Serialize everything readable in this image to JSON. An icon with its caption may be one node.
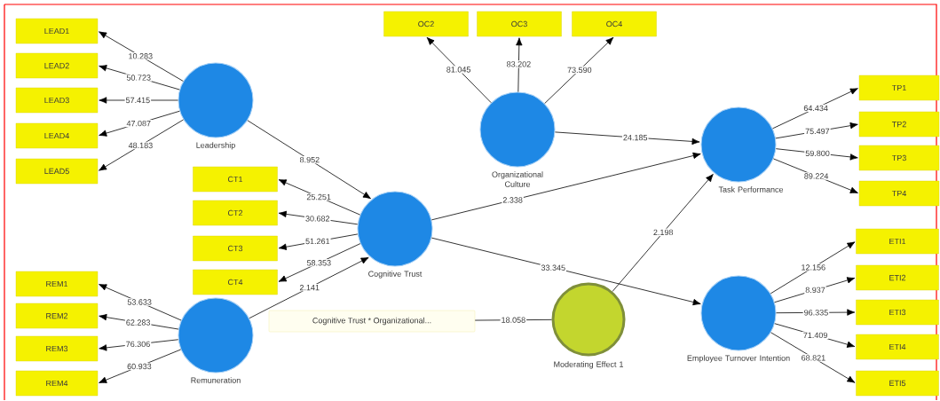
{
  "diagram": {
    "nodes": [
      {
        "text": [
          "LEAD1"
        ]
      },
      {
        "text": [
          "LEAD2"
        ]
      },
      {
        "text": [
          "LEAD3"
        ]
      },
      {
        "text": [
          "LEAD4"
        ]
      },
      {
        "text": [
          "LEAD5"
        ]
      },
      {
        "text": [
          "Leadership"
        ]
      },
      {
        "text": [
          "OC2"
        ]
      },
      {
        "text": [
          "OC3"
        ]
      },
      {
        "text": [
          "OC4"
        ]
      },
      {
        "text": [
          "Organizational Culture"
        ]
      },
      {
        "text": [
          "Task Performance"
        ]
      },
      {
        "text": [
          "TP1"
        ]
      },
      {
        "text": [
          "TP2"
        ]
      },
      {
        "text": [
          "TP3"
        ]
      },
      {
        "text": [
          "TP4"
        ]
      },
      {
        "text": [
          "CT1"
        ]
      },
      {
        "text": [
          "CT2"
        ]
      },
      {
        "text": [
          "CT3"
        ]
      },
      {
        "text": [
          "CT4"
        ]
      },
      {
        "text": [
          "Cognitive Trust"
        ]
      },
      {
        "text": [
          "REM1"
        ]
      },
      {
        "text": [
          "REM2"
        ]
      },
      {
        "text": [
          "REM3"
        ]
      },
      {
        "text": [
          "REM4"
        ]
      },
      {
        "text": [
          "Remuneration"
        ]
      },
      {
        "text": [
          "Cognitive Trust * Organizational..."
        ]
      },
      {
        "text": [
          "Moderating Effect 1"
        ]
      },
      {
        "text": [
          "Employee Turnover Intention"
        ]
      },
      {
        "text": [
          "ETI1"
        ]
      },
      {
        "text": [
          "ETI2"
        ]
      },
      {
        "text": [
          "ETI3"
        ]
      },
      {
        "text": [
          "ETI4"
        ]
      },
      {
        "text": [
          "ETI5"
        ]
      }
    ],
    "edges": [
      {
        "from": 5,
        "to": 0,
        "arrow": "to",
        "label": "10.283"
      },
      {
        "from": 5,
        "to": 1,
        "arrow": "to",
        "label": "50.723"
      },
      {
        "from": 5,
        "to": 2,
        "arrow": "to",
        "label": "57.415"
      },
      {
        "from": 5,
        "to": 3,
        "arrow": "to",
        "label": "47.087"
      },
      {
        "from": 5,
        "to": 4,
        "arrow": "to",
        "label": "48.183"
      },
      {
        "from": 9,
        "to": 6,
        "arrow": "to",
        "label": "81.045"
      },
      {
        "from": 9,
        "to": 7,
        "arrow": "to",
        "label": "83.202"
      },
      {
        "from": 9,
        "to": 8,
        "arrow": "to",
        "label": "73.590"
      },
      {
        "from": 5,
        "to": 19,
        "arrow": "to",
        "label": "8.952"
      },
      {
        "from": 19,
        "to": 15,
        "arrow": "to",
        "label": "25.251"
      },
      {
        "from": 19,
        "to": 16,
        "arrow": "to",
        "label": "30.682"
      },
      {
        "from": 19,
        "to": 17,
        "arrow": "to",
        "label": "51.261"
      },
      {
        "from": 19,
        "to": 18,
        "arrow": "to",
        "label": "58.353"
      },
      {
        "from": 24,
        "to": 20,
        "arrow": "to",
        "label": "53.633"
      },
      {
        "from": 24,
        "to": 21,
        "arrow": "to",
        "label": "62.283"
      },
      {
        "from": 24,
        "to": 22,
        "arrow": "to",
        "label": "76.306"
      },
      {
        "from": 24,
        "to": 23,
        "arrow": "to",
        "label": "60.933"
      },
      {
        "from": 24,
        "to": 19,
        "arrow": "to",
        "label": "2.141"
      },
      {
        "from": 9,
        "to": 10,
        "arrow": "to",
        "label": "24.185"
      },
      {
        "from": 19,
        "to": 10,
        "arrow": "to",
        "label": "2.338"
      },
      {
        "from": 10,
        "to": 11,
        "arrow": "to",
        "label": "64.434"
      },
      {
        "from": 10,
        "to": 12,
        "arrow": "to",
        "label": "75.497"
      },
      {
        "from": 10,
        "to": 13,
        "arrow": "to",
        "label": "59.800"
      },
      {
        "from": 10,
        "to": 14,
        "arrow": "to",
        "label": "89.224"
      },
      {
        "from": 19,
        "to": 27,
        "arrow": "to",
        "label": "33.345"
      },
      {
        "from": 26,
        "to": 25,
        "arrow": "none",
        "label": "18.058"
      },
      {
        "from": 26,
        "to": 10,
        "arrow": "to",
        "label": "2.198"
      },
      {
        "from": 27,
        "to": 28,
        "arrow": "to",
        "label": "12.156"
      },
      {
        "from": 27,
        "to": 29,
        "arrow": "to",
        "label": "8.937"
      },
      {
        "from": 27,
        "to": 30,
        "arrow": "to",
        "label": "96.335"
      },
      {
        "from": 27,
        "to": 31,
        "arrow": "to",
        "label": "71.409"
      },
      {
        "from": 27,
        "to": 32,
        "arrow": "to",
        "label": "68.821"
      }
    ]
  }
}
